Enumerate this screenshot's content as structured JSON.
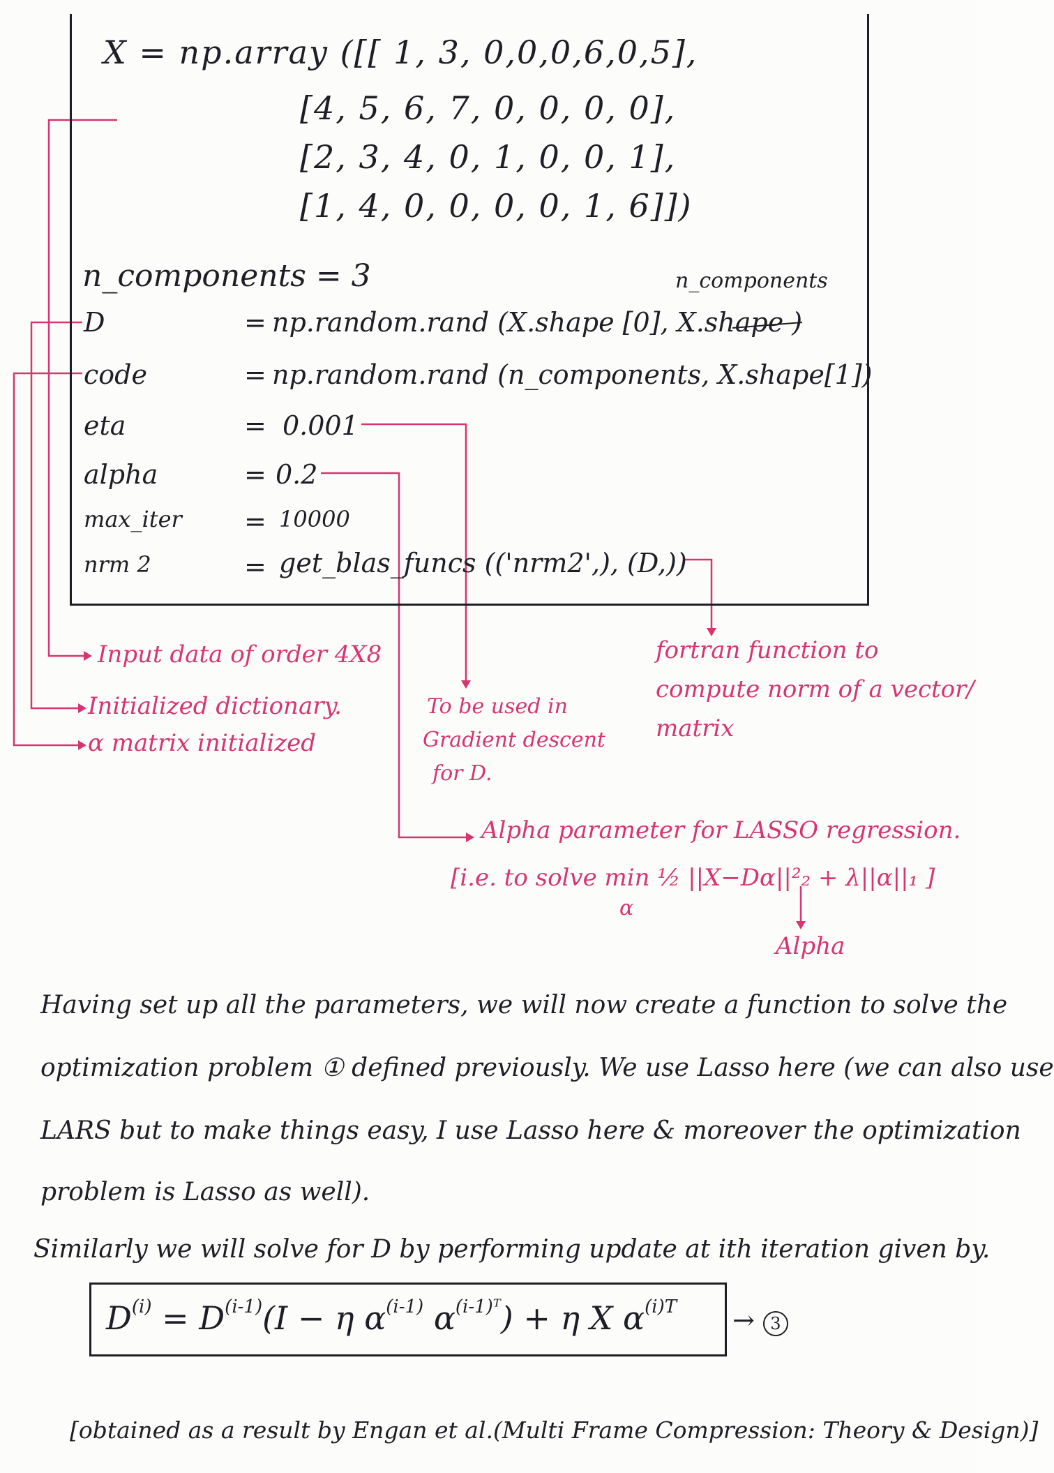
{
  "code": {
    "array_line_1": "X = np.array ([[ 1, 3, 0,0,0,6,0,5],",
    "array_line_2": "[4, 5, 6, 7, 0, 0, 0, 0],",
    "array_line_3": "[2, 3, 4, 0, 1, 0, 0, 1],",
    "array_line_4": "[1, 4, 0, 0, 0, 0, 1, 6]])",
    "n_components_line": "n_components = 3",
    "annotation_above_d": "n_components",
    "params": [
      {
        "name": "D",
        "value": "np.random.rand (X.shape [0], X.shape )"
      },
      {
        "name": "code",
        "value": "np.random.rand (n_components, X.shape[1])"
      },
      {
        "name": "eta",
        "value": "0.001"
      },
      {
        "name": "alpha",
        "value": "0.2"
      },
      {
        "name": "max_iter",
        "value": "10000"
      },
      {
        "name": "nrm 2",
        "value": "get_blas_funcs (('nrm2',), (D,))"
      }
    ],
    "equals": "="
  },
  "annotations": {
    "input_data": "Input data of order 4X8",
    "initialized_dictionary": "Initialized dictionary.",
    "alpha_matrix": "α matrix initialized",
    "gradient_descent": [
      "To be used in",
      "Gradient descent",
      "for D."
    ],
    "fortran": [
      "fortran function to",
      "compute norm of a vector/",
      "matrix"
    ],
    "alpha_lasso": "Alpha parameter for LASSO regression.",
    "lasso_eq": "[i.e. to solve  min ½ ||X−Dα||²₂ + λ||α||₁ ]",
    "lasso_min_sub": "α",
    "alpha_label": "Alpha"
  },
  "paragraph": {
    "lines": [
      "Having set up all the parameters, we will now create a function to solve the",
      "optimization problem ① defined previously. We use Lasso here (we can also use",
      "LARS but to make things easy, I use Lasso here & moreover the optimization",
      "problem is Lasso as well).",
      "Similarly we will solve for D by performing update at ith iteration given by."
    ],
    "dot": "."
  },
  "formula": {
    "text_lhs": "D",
    "sup_lhs": "(i)",
    "text_eq": " = D",
    "sup_d": "(i-1)",
    "text_mid": "(I − η α",
    "sup_a1": "(i-1)",
    "text_a2": " α",
    "sup_a2": "(i-1)ᵀ",
    "text_plus": ") + η X α",
    "sup_a3": "(i)T",
    "ref_number": "3"
  },
  "citation": "[obtained as a result by Engan et al.(Multi Frame Compression: Theory & Design)]"
}
